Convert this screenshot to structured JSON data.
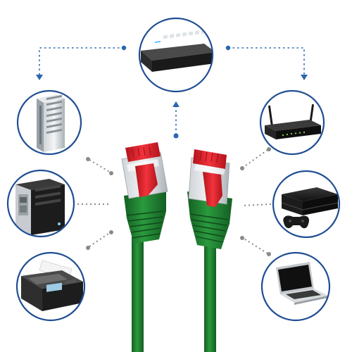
{
  "diagram": {
    "center": {
      "device": "network-switch",
      "icon": "switch-icon"
    },
    "left_devices": [
      {
        "device": "server-tower",
        "icon": "server-icon",
        "connection": "dotted-arrow-from-switch"
      },
      {
        "device": "pc-tower",
        "icon": "pc-tower-icon",
        "connection": "dotted-line-to-cable"
      },
      {
        "device": "printer-scanner",
        "icon": "printer-icon",
        "connection": "dotted-line-to-cable"
      }
    ],
    "right_devices": [
      {
        "device": "wifi-router",
        "icon": "router-icon",
        "connection": "dotted-arrow-from-switch"
      },
      {
        "device": "game-console",
        "icon": "console-icon",
        "connection": "dotted-line-to-cable"
      },
      {
        "device": "laptop",
        "icon": "laptop-icon",
        "connection": "dotted-line-to-cable"
      }
    ],
    "cable": {
      "type": "ethernet-patch-cable",
      "connector_color": "#e0202a",
      "boot_color": "#1e7a2e"
    }
  },
  "colors": {
    "circle_border": "#1f4e93",
    "arrow_blue": "#2a65b0",
    "dot_gray": "#8a8a8a",
    "cable_green": "#1e7a2e",
    "connector_red": "#e0202a"
  }
}
